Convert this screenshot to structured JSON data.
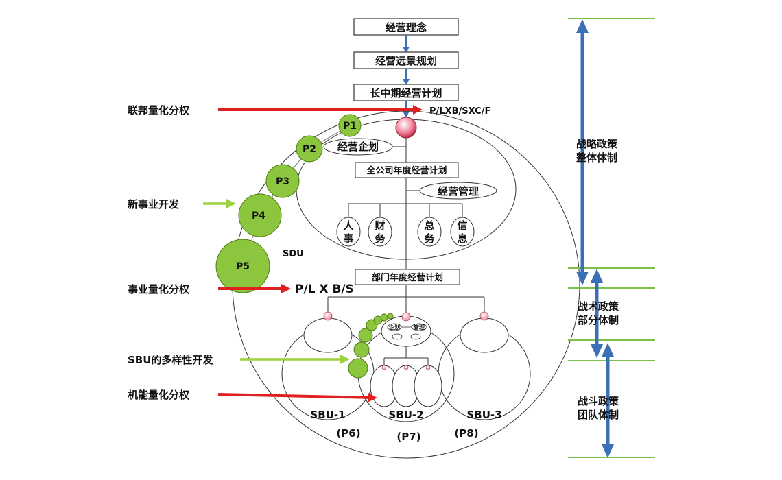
{
  "top_boxes": {
    "philosophy": "经营理念",
    "vision": "经营远景规划",
    "mid_long_plan": "长中期经营计划"
  },
  "top_target": "P/LXB/SXC/F",
  "left_labels": {
    "federal": "联邦量化分权",
    "new_business": "新事业开发",
    "business_quant": "事业量化分权",
    "sbu_diversity": "SBU的多样性开发",
    "function_quant": "机能量化分权"
  },
  "balls": [
    "P1",
    "P2",
    "P3",
    "P4",
    "P5"
  ],
  "sdu": "SDU",
  "plbs": "P/L X B/S",
  "center": {
    "planning": "经营企划",
    "annual_plan": "全公司年度经营计划",
    "management": "经营管理",
    "departments": [
      {
        "top": "人",
        "bottom": "事"
      },
      {
        "top": "财",
        "bottom": "务"
      },
      {
        "top": "总",
        "bottom": "务"
      },
      {
        "top": "信",
        "bottom": "息"
      }
    ]
  },
  "dept_plan": "部门年度经营计划",
  "sbu_mini": {
    "planning": "企划",
    "management": "管理"
  },
  "sbus": [
    {
      "name": "SBU-1",
      "code": "(P6)"
    },
    {
      "name": "SBU-2",
      "code": "(P7)"
    },
    {
      "name": "SBU-3",
      "code": "(P8)"
    }
  ],
  "right_labels": [
    {
      "line1": "战略政策",
      "line2": "整体体制"
    },
    {
      "line1": "战术政策",
      "line2": "部分体制"
    },
    {
      "line1": "战斗政策",
      "line2": "团队体制"
    }
  ],
  "colors": {
    "red_arrow": "#e02020",
    "green_arrow": "#9ed23c",
    "blue_arrow": "#3b6fb6",
    "ball_fill": "#8cc63f",
    "ball_stroke": "#4e7d12",
    "green_line": "#7cc24a",
    "pink_node": "#f4b6c0"
  }
}
